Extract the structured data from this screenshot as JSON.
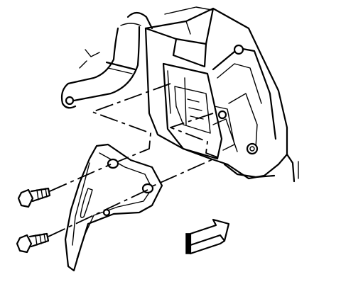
{
  "diagram": {
    "components": [
      "engine-block",
      "intake-tube",
      "mounting-bracket",
      "upper-bracket-bolt",
      "lower-bracket-bolt",
      "alignment-centerlines",
      "view-direction-arrow"
    ],
    "colors": {
      "line": "#000000",
      "background": "#ffffff"
    }
  }
}
